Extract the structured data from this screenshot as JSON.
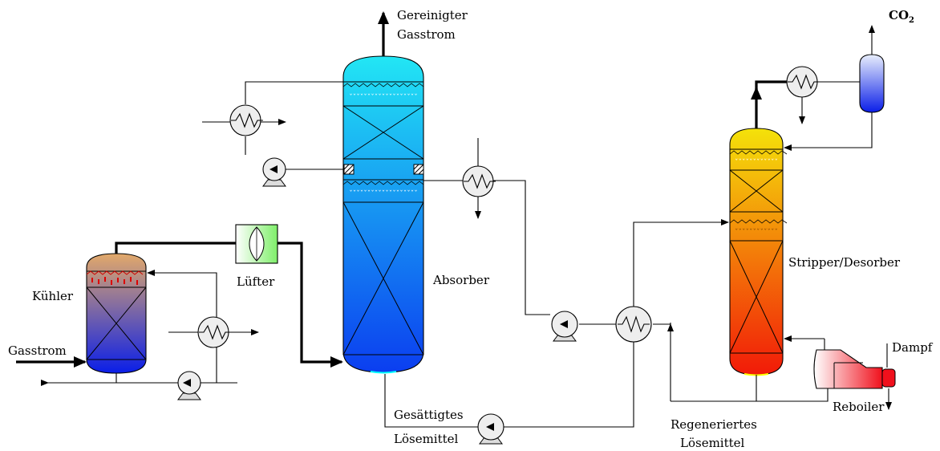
{
  "labels": {
    "gasstrom": "Gasstrom",
    "kuehler": "Kühler",
    "luefter": "Lüfter",
    "gereinigter_1": "Gereinigter",
    "gereinigter_2": "Gasstrom",
    "absorber": "Absorber",
    "gesaettigtes_1": "Gesättigtes",
    "gesaettigtes_2": "Lösemittel",
    "regeneriertes_1": "Regeneriertes",
    "regeneriertes_2": "Lösemittel",
    "stripper": "Stripper/Desorber",
    "co2_main": "CO",
    "co2_sub": "2",
    "dampf": "Dampf",
    "reboiler": "Reboiler"
  },
  "colors": {
    "kuehler_top": "#e2a96a",
    "kuehler_bottom": "#0a1ee8",
    "absorber_top": "#22e6f4",
    "absorber_bottom": "#0b3ef0",
    "stripper_top": "#f4e20a",
    "stripper_bottom": "#f21a08",
    "co2_top": "#e8eefc",
    "co2_bottom": "#0a1ee8",
    "fan": "#7fef6a",
    "reboiler": "#f0101c"
  }
}
